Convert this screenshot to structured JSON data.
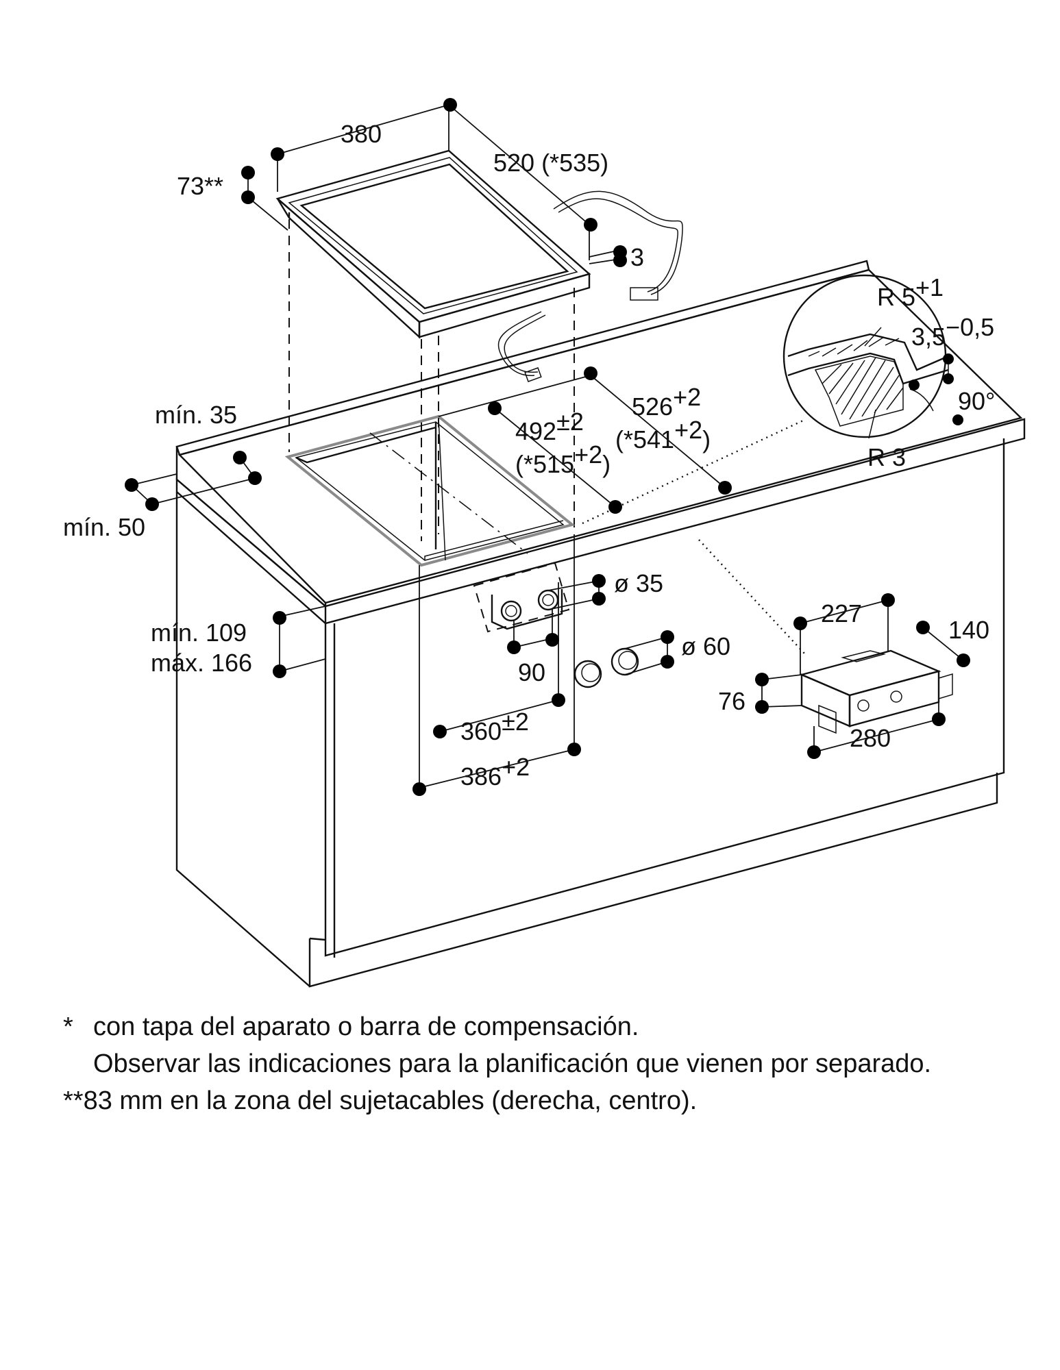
{
  "labels": {
    "d380": "380",
    "d520": "520 (*535)",
    "d73": "73**",
    "d3": "3",
    "r5": "R 5",
    "r5_tol": "+1",
    "d35_thick": "3,5",
    "d35_thick_tol": "−0,5",
    "angle": "90°",
    "r3": "R 3",
    "min35": "mín. 35",
    "min50": "mín. 50",
    "d526": "526",
    "d526_tol": "+2",
    "d541": "(*541",
    "d541_tol": "+2",
    "d541_close": ")",
    "d492": "492",
    "d492_tol": "±2",
    "d515": "(*515",
    "d515_tol": "+2",
    "d515_close": ")",
    "dia35": "ø 35",
    "dia60": "ø 60",
    "min109": "mín. 109",
    "max166": "máx. 166",
    "d90": "90",
    "d360": "360",
    "d360_tol": "±2",
    "d386": "386",
    "d386_tol": "+2",
    "d227": "227",
    "d140": "140",
    "d76": "76",
    "d280": "280"
  },
  "notes": {
    "mark1": "*",
    "line1": "con tapa del aparato o barra de compensación.",
    "line2": "Observar las indicaciones para la planificación que vienen por separado.",
    "line3": "**83 mm en la zona del sujetacables (derecha, centro)."
  }
}
